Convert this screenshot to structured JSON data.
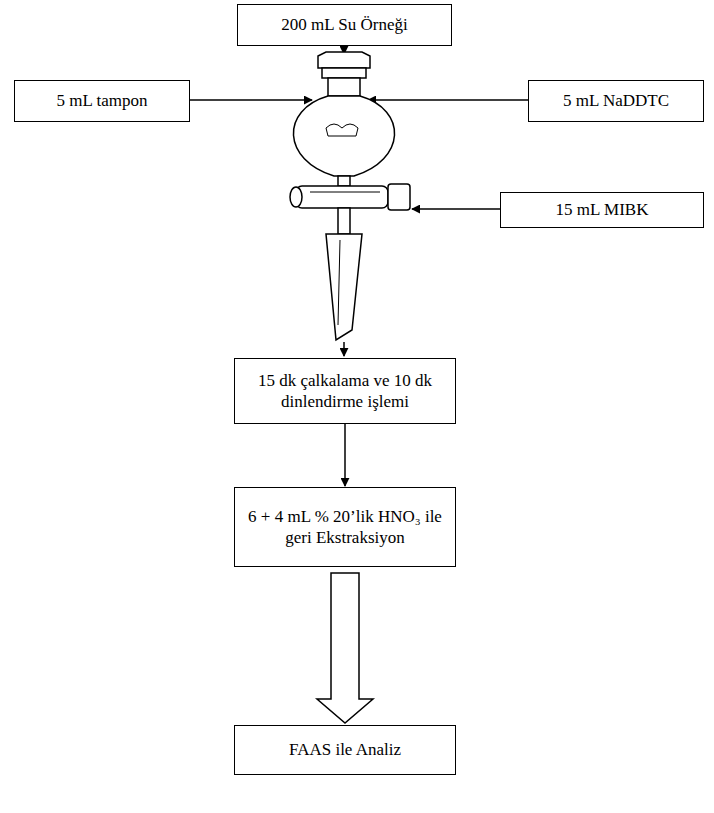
{
  "diagram": {
    "nodes": [
      {
        "text": [
          "200 mL Su Örneği"
        ]
      },
      {
        "text": [
          "5 mL tampon"
        ]
      },
      {
        "text": [
          "5 mL NaDDTC"
        ]
      },
      {
        "text": [
          "15 mL MIBK"
        ]
      },
      {
        "text": [
          "15 dk çalkalama ve 10 dk dinlendirme işlemi"
        ]
      },
      {
        "text": [
          "6 + 4 mL % 20’lik HNO₃ ile geri Ekstraksiyon"
        ]
      },
      {
        "text": [
          "FAAS ile Analiz"
        ]
      }
    ],
    "edges": [
      {
        "from": 4,
        "to": 5,
        "arrow": "to"
      },
      {
        "from": 5,
        "to": 6,
        "arrow": "to"
      }
    ]
  }
}
